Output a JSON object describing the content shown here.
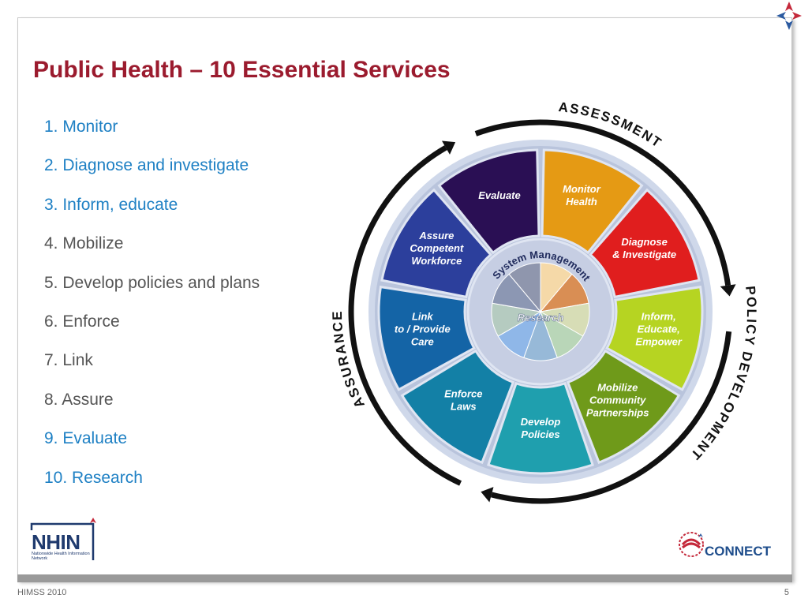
{
  "slide": {
    "title": "Public Health – 10 Essential Services",
    "footer_left": "HIMSS 2010",
    "page_number": "5"
  },
  "services": [
    {
      "label": "1. Monitor",
      "color": "#1e80c4"
    },
    {
      "label": "2. Diagnose and investigate",
      "color": "#1e80c4"
    },
    {
      "label": "3. Inform, educate",
      "color": "#1e80c4"
    },
    {
      "label": "4. Mobilize",
      "color": "#555555"
    },
    {
      "label": "5. Develop policies and plans",
      "color": "#555555"
    },
    {
      "label": "6. Enforce",
      "color": "#555555"
    },
    {
      "label": "7. Link",
      "color": "#555555"
    },
    {
      "label": "8. Assure",
      "color": "#555555"
    },
    {
      "label": "9. Evaluate",
      "color": "#1e80c4"
    },
    {
      "label": "10. Research",
      "color": "#1e80c4"
    }
  ],
  "wheel": {
    "segments": [
      {
        "label": [
          "Monitor",
          "Health"
        ],
        "color": "#e59a14"
      },
      {
        "label": [
          "Diagnose",
          "& Investigate"
        ],
        "color": "#e01e1e"
      },
      {
        "label": [
          "Inform,",
          "Educate,",
          "Empower"
        ],
        "color": "#b6d422"
      },
      {
        "label": [
          "Mobilize",
          "Community",
          "Partnerships"
        ],
        "color": "#6f9a1a"
      },
      {
        "label": [
          "Develop",
          "Policies"
        ],
        "color": "#1f9fae"
      },
      {
        "label": [
          "Enforce",
          "Laws"
        ],
        "color": "#1380a6"
      },
      {
        "label": [
          "Link",
          "to / Provide",
          "Care"
        ],
        "color": "#1464a6"
      },
      {
        "label": [
          "Assure",
          "Competent",
          "Workforce"
        ],
        "color": "#2c3f9c"
      },
      {
        "label": [
          "Evaluate"
        ],
        "color": "#2a0f54"
      }
    ],
    "center_label": "Research",
    "ring_label": "System Management",
    "outer_labels": {
      "assessment": "ASSESSMENT",
      "policy": "POLICY DEVELOPMENT",
      "assurance": "ASSURANCE"
    }
  },
  "logos": {
    "nhin": "NHIN",
    "nhin_sub": "Nationwide Health Information Network",
    "connect": "CONNECT"
  }
}
